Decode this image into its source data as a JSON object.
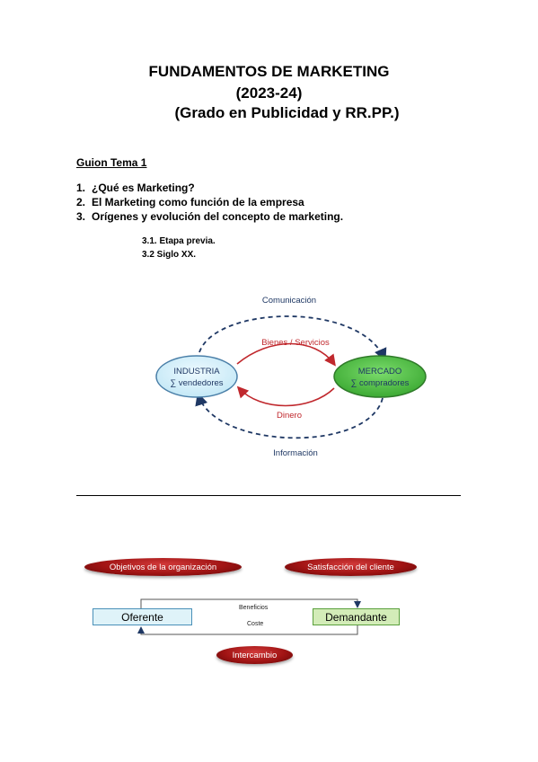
{
  "header": {
    "title_line1": "FUNDAMENTOS DE MARKETING",
    "title_line2": "(2023-24)",
    "title_line3": "(Grado en Publicidad y RR.PP.)"
  },
  "guion": {
    "heading": "Guion Tema 1",
    "items": [
      {
        "num": "1.",
        "text": "¿Qué es Marketing?"
      },
      {
        "num": "2.",
        "text": "El Marketing como función de la empresa"
      },
      {
        "num": "3.",
        "text": "Orígenes y evolución del concepto de marketing."
      }
    ],
    "subitems": [
      "3.1. Etapa previa.",
      "3.2 Siglo XX."
    ]
  },
  "diagram1": {
    "top_label": "Comunicación",
    "bottom_label": "Información",
    "goods_label": "Bienes / Servicios",
    "money_label": "Dinero",
    "industria_line1": "INDUSTRIA",
    "industria_line2": "∑ vendedores",
    "mercado_line1": "MERCADO",
    "mercado_line2": "∑ compradores",
    "colors": {
      "industria_fill": "#d9f1fb",
      "mercado_fill": "#55c84a",
      "flow_red": "#c0282d",
      "dashed_navy": "#1f3864"
    }
  },
  "diagram2": {
    "pill_objectives": "Objetivos de la organización",
    "pill_satisfaction": "Satisfacción del cliente",
    "oferente": "Oferente",
    "demandante": "Demandante",
    "beneficios": "Beneficios",
    "coste": "Coste",
    "pill_intercambio": "Intercambio",
    "colors": {
      "oferente_fill": "#dff3f9",
      "demandante_fill": "#d3ecb8",
      "pill_red": "#a11414"
    }
  }
}
